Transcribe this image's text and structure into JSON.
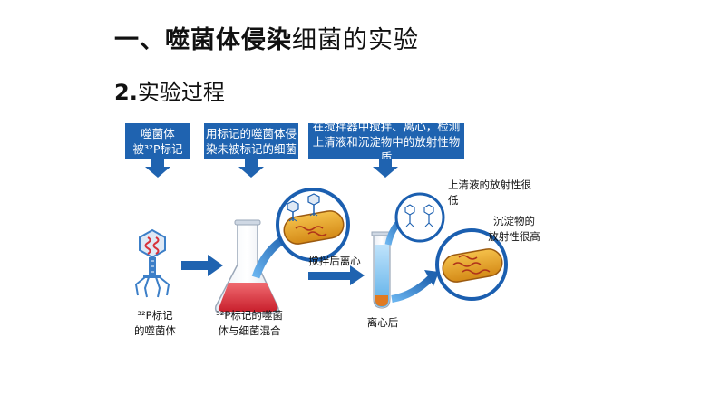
{
  "header": {
    "title_bold": "一、噬菌体侵染",
    "title_rest": "细菌的实验",
    "subtitle_num": "2.",
    "subtitle_text": "实验过程"
  },
  "steps": [
    {
      "line1": "噬菌体",
      "line2": "被³²P标记"
    },
    {
      "line1": "用标记的噬菌体侵",
      "line2": "染未被标记的细菌"
    },
    {
      "line1": "在搅拌器中搅拌、离心，检测",
      "line2": "上清液和沉淀物中的放射性物质"
    }
  ],
  "labels": {
    "phage_line1": "³²P标记",
    "phage_line2": "的噬菌体",
    "mix_line1": "³²P标记的噬菌",
    "mix_line2": "体与细菌混合",
    "stir": "搅拌后离心",
    "after": "离心后",
    "supernatant_line1": "上清液的放射性很",
    "supernatant_line2": "低",
    "sediment_line1": "沉淀物的",
    "sediment_line2": "放射性很高"
  },
  "colors": {
    "step_box": "#1f63b0",
    "arrow": "#1f63b0",
    "flask_liquid": "#d8323b",
    "bacterium": "#e8a92a",
    "phage": "#3c7fc8",
    "ring": "#1b5fb0"
  }
}
